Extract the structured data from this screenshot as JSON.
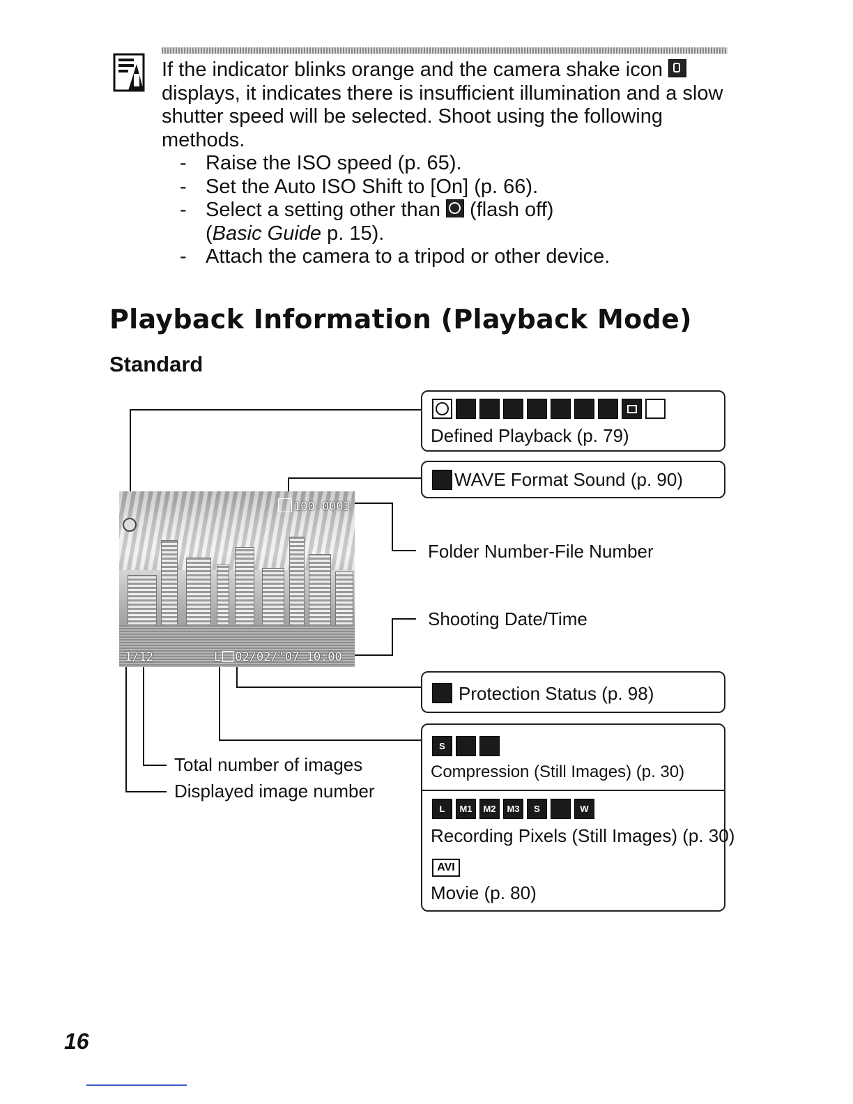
{
  "note": {
    "paragraph_before_icon1": "If the indicator blinks orange and the camera shake icon ",
    "paragraph_after_icon1": " displays, it indicates there is insufficient illumination and a slow shutter speed will be selected. Shoot using the following methods.",
    "bullet_dash": "-",
    "bullets": [
      {
        "text": "Raise the ISO speed (p. 65)."
      },
      {
        "text": "Set the Auto ISO Shift to [On] (p. 66)."
      },
      {
        "before": "Select a setting other than ",
        "after": " (flash off)",
        "italic": "Basic Guide",
        "after_italic": " p. 15).",
        "open_paren": "("
      },
      {
        "text": "Attach the camera to a tripod or other device."
      }
    ]
  },
  "section_title": "Playback Information (Playback Mode)",
  "subsection_title": "Standard",
  "screen": {
    "file_number": "100-0003",
    "image_count": "1/12",
    "date_time": "02/02/'07  10:00",
    "quality_mark": "L"
  },
  "callouts": {
    "defined_playback": "Defined Playback (p. 79)",
    "wave_sound": "WAVE Format Sound (p. 90)",
    "folder_file": "Folder Number-File Number",
    "shooting_date": "Shooting Date/Time",
    "protection": "Protection Status (p. 98)",
    "compression": "Compression (Still Images) (p. 30)",
    "recording_pixels": "Recording Pixels (Still Images) (p. 30)",
    "movie": "Movie (p. 80)",
    "movie_icon": "AVI",
    "total_images": "Total number of images",
    "displayed_number": "Displayed image number"
  },
  "recording_pixel_icons": [
    "L",
    "M1",
    "M2",
    "M3",
    "S",
    "",
    "W"
  ],
  "compression_icons": [
    "S",
    "",
    ""
  ],
  "page_number": "16"
}
